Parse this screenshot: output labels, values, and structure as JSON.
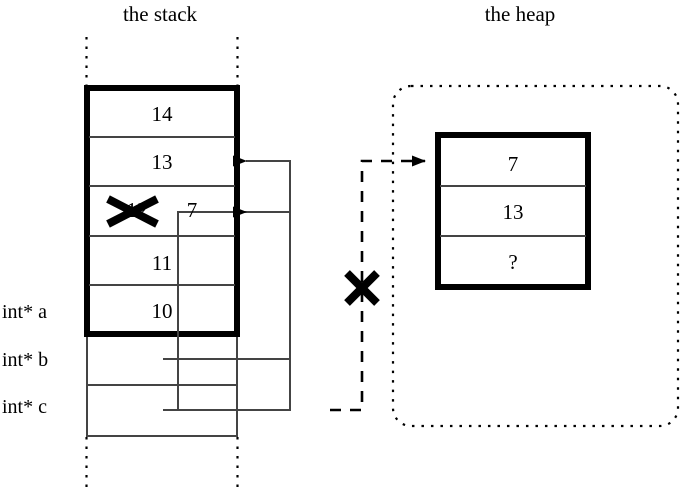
{
  "titles": {
    "stack": "the stack",
    "heap": "the heap"
  },
  "stack": {
    "variables": [
      {
        "name": "int* a",
        "label": "int* a"
      },
      {
        "name": "int* b",
        "label": "int* b"
      },
      {
        "name": "int* c",
        "label": "int* c"
      }
    ],
    "cells": [
      {
        "value": "14",
        "crossed_out": false
      },
      {
        "value": "13",
        "crossed_out": false
      },
      {
        "value": "12",
        "crossed_out": true,
        "replacement": "7"
      },
      {
        "value": "11",
        "crossed_out": false
      },
      {
        "value": "10",
        "crossed_out": false
      }
    ]
  },
  "heap": {
    "cells": [
      {
        "value": "7"
      },
      {
        "value": "13"
      },
      {
        "value": "?"
      }
    ]
  },
  "annotations": {
    "invalid_pointer_mark": "✕",
    "crossed_value_mark": "✕"
  },
  "colors": {
    "stroke": "#000000",
    "thin_stroke": "#444444",
    "background": "#ffffff"
  }
}
